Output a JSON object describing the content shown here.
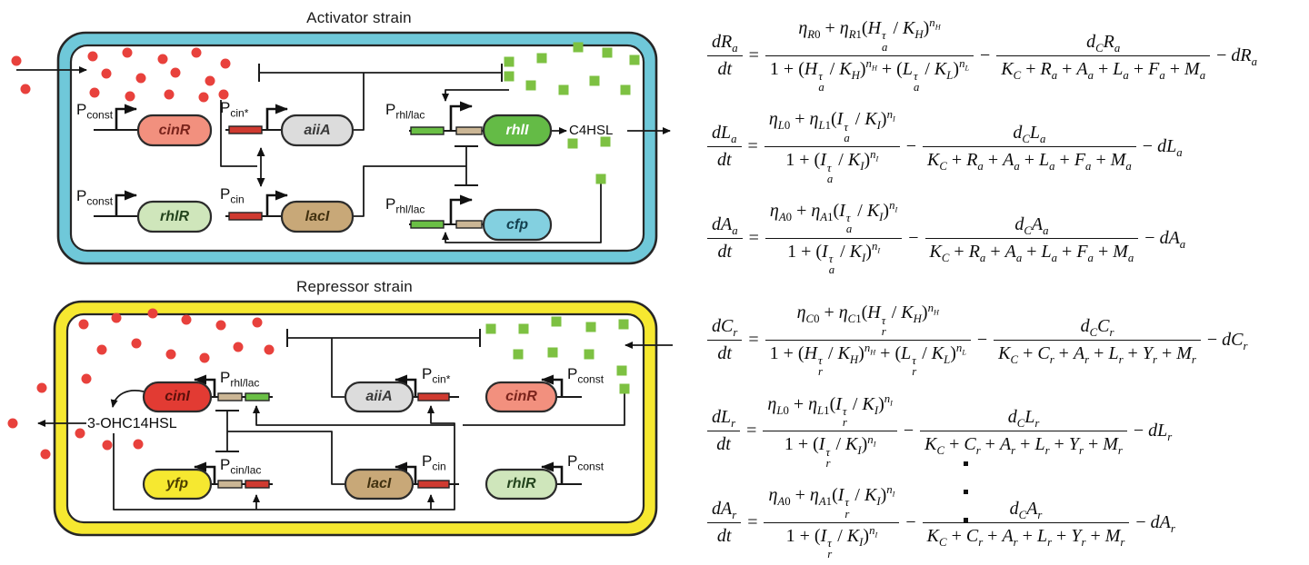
{
  "molecules": {
    "red": {
      "name": "3-OHC14HSL",
      "color": "#e8413c",
      "shape": "circle"
    },
    "green": {
      "name": "C4HSL",
      "color": "#7dc142",
      "shape": "square"
    }
  },
  "bar_colors": {
    "red": "#cf3a30",
    "green": "#6abf45",
    "tan": "#cbb695"
  },
  "activator": {
    "title": "Activator strain",
    "membrane_color": "#6fc8d9",
    "output_label": "C4HSL",
    "cassettes": [
      {
        "promoter": "P_{const}",
        "gene": "cinR",
        "fill": "#f2907e",
        "text_color": "#7a241c"
      },
      {
        "promoter": "P_{cin*}",
        "gene": "aiiA",
        "fill": "#dcdcdc",
        "text_color": "#3a3a3a"
      },
      {
        "promoter": "P_{rhl/lac}",
        "gene": "rhlI",
        "fill": "#64bb46",
        "text_color": "#ffffff"
      },
      {
        "promoter": "P_{const}",
        "gene": "rhlR",
        "fill": "#cfe6bb",
        "text_color": "#23431d"
      },
      {
        "promoter": "P_{cin}",
        "gene": "lacI",
        "fill": "#c8a878",
        "text_color": "#40300f"
      },
      {
        "promoter": "P_{rhl/lac}",
        "gene": "cfp",
        "fill": "#83d0e0",
        "text_color": "#14404f"
      }
    ]
  },
  "repressor": {
    "title": "Repressor strain",
    "membrane_color": "#f6e830",
    "output_label": "3-OHC14HSL",
    "cassettes": [
      {
        "promoter": "P_{rhl/lac}",
        "gene": "cinI",
        "fill": "#e23b33",
        "text_color": "#5c100b"
      },
      {
        "promoter": "P_{cin*}",
        "gene": "aiiA",
        "fill": "#dcdcdc",
        "text_color": "#3a3a3a"
      },
      {
        "promoter": "P_{const}",
        "gene": "cinR",
        "fill": "#f2907e",
        "text_color": "#7a241c"
      },
      {
        "promoter": "P_{cin/lac}",
        "gene": "yfp",
        "fill": "#f6e830",
        "text_color": "#4c3e00"
      },
      {
        "promoter": "P_{cin}",
        "gene": "lacI",
        "fill": "#c8a878",
        "text_color": "#40300f"
      },
      {
        "promoter": "P_{const}",
        "gene": "rhlR",
        "fill": "#cfe6bb",
        "text_color": "#23431d"
      }
    ]
  },
  "math": {
    "ops": {
      "equals": "=",
      "minus": "−"
    },
    "ellipsis_count": 3,
    "equations": [
      {
        "lhs_num": "dR_{a}",
        "lhs_den": "dt",
        "f1_num": "η_{R0} + η_{R1}(H§{τ}{a} / K_{H})^{n_{H}}",
        "f1_den": "1 + (H§{τ}{a} / K_{H})^{n_{H}} + (L§{τ}{a} / K_{L})^{n_{L}}",
        "f2_num": "d_{C}R_{a}",
        "f2_den": "K_{C} + R_{a} + A_{a} + L_{a} + F_{a} + M_{a}",
        "tail": "− dR_{a}"
      },
      {
        "lhs_num": "dL_{a}",
        "lhs_den": "dt",
        "f1_num": "η_{L0} + η_{L1}(I§{τ}{a} / K_{I})^{n_{I}}",
        "f1_den": "1 + (I§{τ}{a} / K_{I})^{n_{I}}",
        "f2_num": "d_{C}L_{a}",
        "f2_den": "K_{C} + R_{a} + A_{a} + L_{a} + F_{a} + M_{a}",
        "tail": "− dL_{a}"
      },
      {
        "lhs_num": "dA_{a}",
        "lhs_den": "dt",
        "f1_num": "η_{A0} + η_{A1}(I§{τ}{a} / K_{I})^{n_{I}}",
        "f1_den": "1 + (I§{τ}{a} / K_{I})^{n_{I}}",
        "f2_num": "d_{C}A_{a}",
        "f2_den": "K_{C} + R_{a} + A_{a} + L_{a} + F_{a} + M_{a}",
        "tail": "− dA_{a}"
      },
      {
        "lhs_num": "dC_{r}",
        "lhs_den": "dt",
        "f1_num": "η_{C0} + η_{C1}(H§{τ}{r} / K_{H})^{n_{H}}",
        "f1_den": "1 + (H§{τ}{r} / K_{H})^{n_{H}} + (L§{τ}{r} / K_{L})^{n_{L}}",
        "f2_num": "d_{C}C_{r}",
        "f2_den": "K_{C} + C_{r} + A_{r} + L_{r} + Y_{r} + M_{r}",
        "tail": "− dC_{r}"
      },
      {
        "lhs_num": "dL_{r}",
        "lhs_den": "dt",
        "f1_num": "η_{L0} + η_{L1}(I§{τ}{r} / K_{I})^{n_{I}}",
        "f1_den": "1 + (I§{τ}{r} / K_{I})^{n_{I}}",
        "f2_num": "d_{C}L_{r}",
        "f2_den": "K_{C} + C_{r} + A_{r} + L_{r} + Y_{r} + M_{r}",
        "tail": "− dL_{r}"
      },
      {
        "lhs_num": "dA_{r}",
        "lhs_den": "dt",
        "f1_num": "η_{A0} + η_{A1}(I§{τ}{r} / K_{I})^{n_{I}}",
        "f1_den": "1 + (I§{τ}{r} / K_{I})^{n_{I}}",
        "f2_num": "d_{C}A_{r}",
        "f2_den": "K_{C} + C_{r} + A_{r} + L_{r} + Y_{r} + M_{r}",
        "tail": "− dA_{r}"
      }
    ]
  }
}
